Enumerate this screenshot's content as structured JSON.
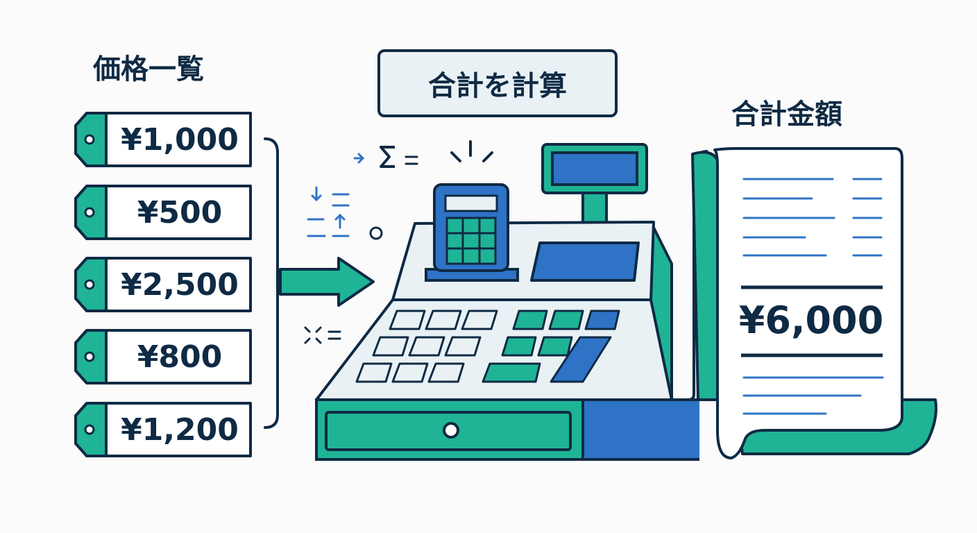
{
  "price_list": {
    "title": "価格一覧",
    "items": [
      {
        "label": "¥1,000"
      },
      {
        "label": "¥500"
      },
      {
        "label": "¥2,500"
      },
      {
        "label": "¥800"
      },
      {
        "label": "¥1,200"
      }
    ]
  },
  "action": {
    "label": "合計を計算"
  },
  "total": {
    "title": "合計金額",
    "value": "¥6,000"
  },
  "colors": {
    "navy": "#0f2a44",
    "teal": "#1fb496",
    "blue": "#2f73c6",
    "light": "#e9f1f5"
  },
  "icons": [
    "price-tag-icon",
    "arrow-right-icon",
    "calculator-icon",
    "cash-register-icon",
    "receipt-icon",
    "sigma-icon"
  ]
}
